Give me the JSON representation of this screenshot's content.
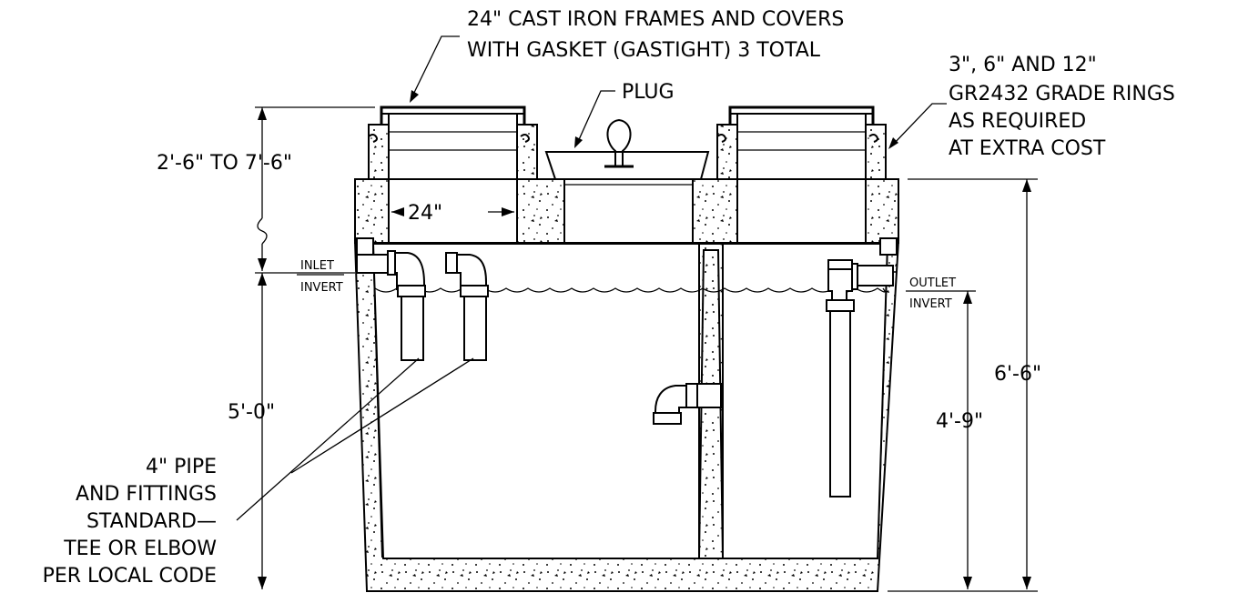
{
  "labels": {
    "frames_line1": "24\" CAST IRON FRAMES AND COVERS",
    "frames_line2": "WITH GASKET (GASTIGHT) 3 TOTAL",
    "plug": "PLUG",
    "rings_line1": "3\", 6\" AND 12\"",
    "rings_line2": "GR2432 GRADE RINGS",
    "rings_line3": "AS REQUIRED",
    "rings_line4": "AT EXTRA COST",
    "depth_range": "2'-6\" TO 7'-6\"",
    "opening_width": "24\"",
    "inlet_line1": "INLET",
    "inlet_line2": "INVERT",
    "outlet_line1": "OUTLET",
    "outlet_line2": "INVERT",
    "inlet_height": "5'-0\"",
    "outlet_height": "4'-9\"",
    "tank_height": "6'-6\"",
    "pipe_line1": "4\" PIPE",
    "pipe_line2": "AND FITTINGS",
    "pipe_line3": "STANDARD—",
    "pipe_line4": "TEE OR ELBOW",
    "pipe_line5": "PER LOCAL CODE"
  }
}
